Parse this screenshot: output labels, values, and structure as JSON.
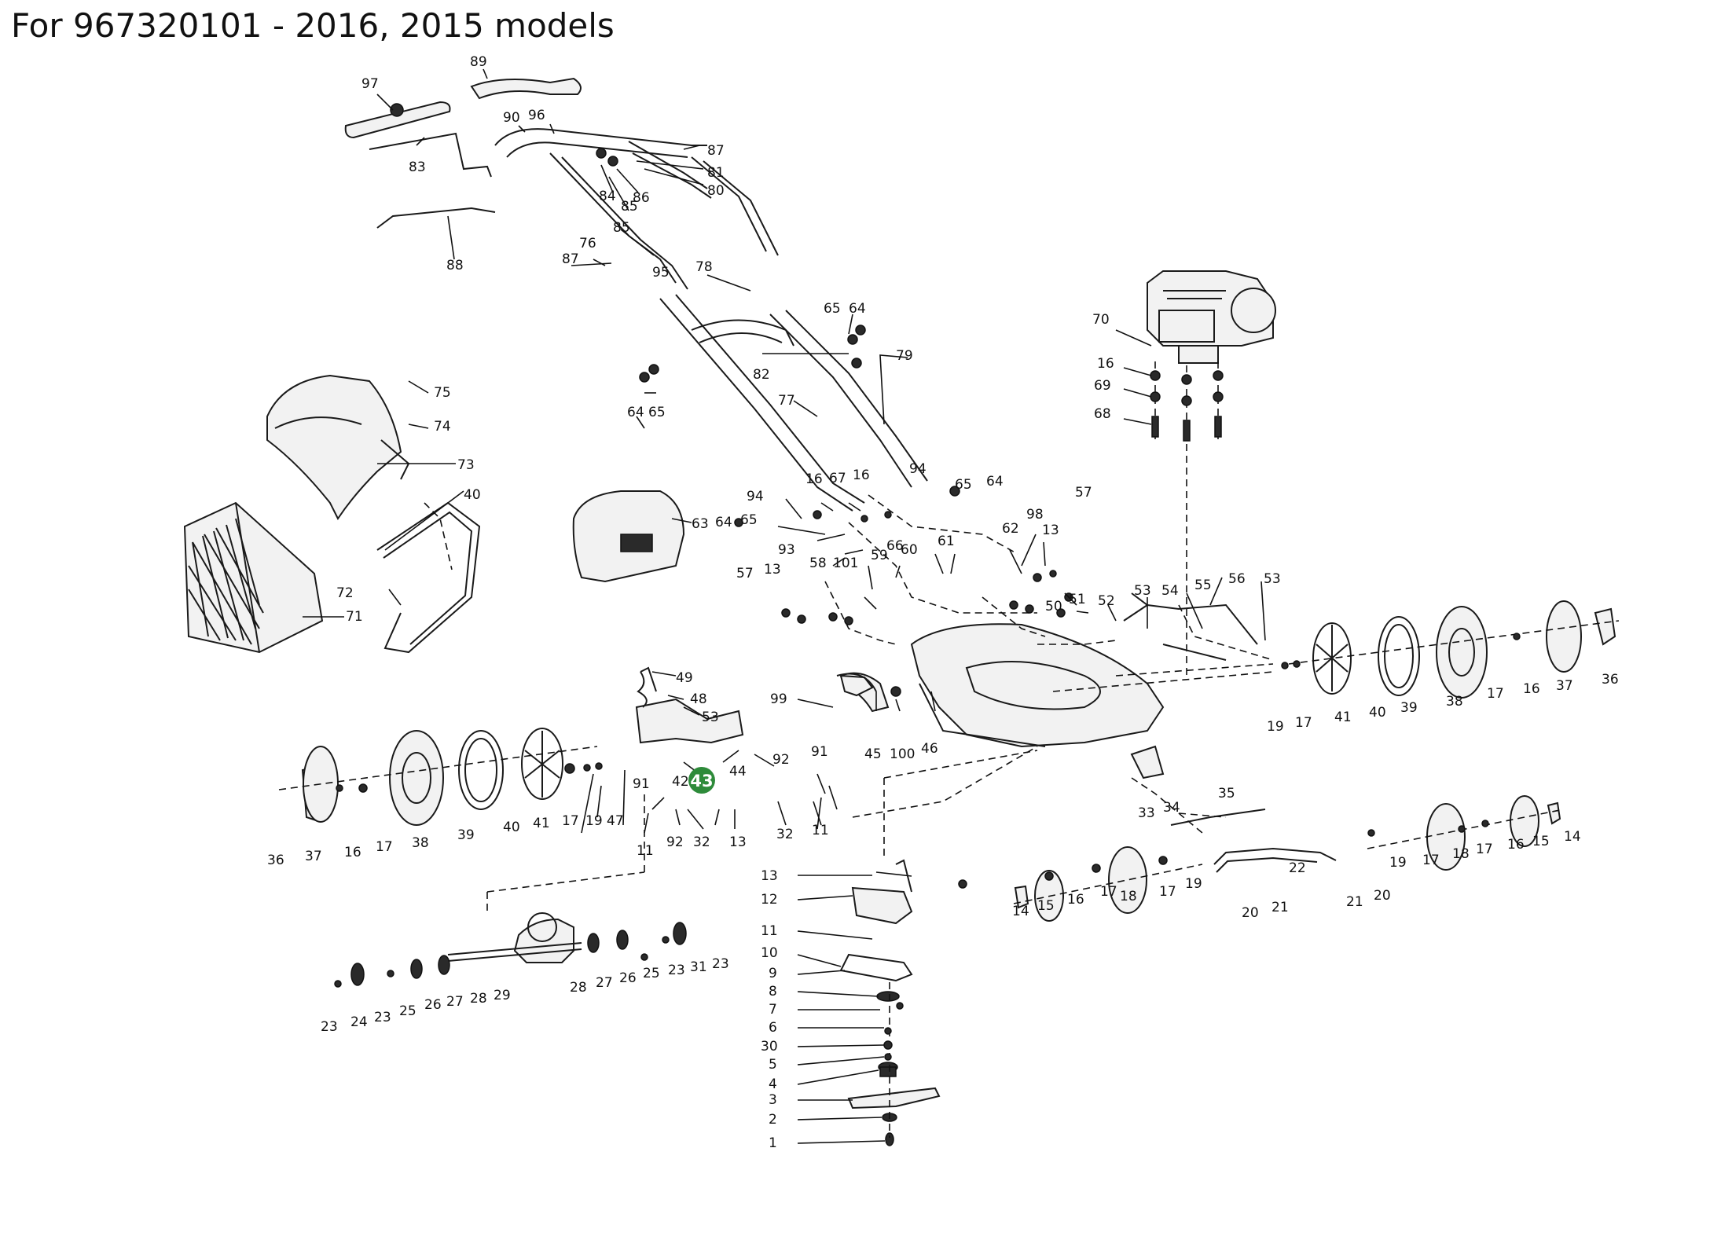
{
  "title": "For 967320101 - 2016, 2015 models",
  "highlight": {
    "label": "43",
    "color": "#2e8b3a"
  },
  "labels": {
    "l97": "97",
    "l89": "89",
    "l90": "90",
    "l96": "96",
    "l83": "83",
    "l87a": "87",
    "l81": "81",
    "l80": "80",
    "l84": "84",
    "l86": "86",
    "l85a": "85",
    "l85b": "85",
    "l88": "88",
    "l76": "76",
    "l87b": "87",
    "l95": "95",
    "l78": "78",
    "l65a": "65",
    "l64a": "64",
    "l79": "79",
    "l82": "82",
    "l77": "77",
    "l64b": "64",
    "l65b": "65",
    "l70": "70",
    "l16a": "16",
    "l69": "69",
    "l68": "68",
    "l75": "75",
    "l74": "74",
    "l73": "73",
    "l40a": "40",
    "l72": "72",
    "l71": "71",
    "l63": "63",
    "l94a": "94",
    "l16b": "16",
    "l67": "67",
    "l16c": "16",
    "l94b": "94",
    "l65c": "65",
    "l64c": "64",
    "l64d": "64",
    "l65d": "65",
    "l66": "66",
    "l93": "93",
    "l13a": "13",
    "l58": "58",
    "l101": "101",
    "l59": "59",
    "l60": "60",
    "l61": "61",
    "l62": "62",
    "l98": "98",
    "l13b": "13",
    "l57a": "57",
    "l57b": "57",
    "l50": "50",
    "l51": "51",
    "l52": "52",
    "l53a": "53",
    "l54": "54",
    "l55": "55",
    "l56": "56",
    "l53b": "53",
    "l49": "49",
    "l48": "48",
    "l53c": "53",
    "l99": "99",
    "l45": "45",
    "l100": "100",
    "l46": "46",
    "l42": "42",
    "l44": "44",
    "l92a": "92",
    "l91a": "91",
    "l91b": "91",
    "l92b": "92",
    "l32a": "32",
    "l13c": "13",
    "l32b": "32",
    "l11a": "11",
    "l11b": "11",
    "l47": "47",
    "l19a": "19",
    "l17a": "17",
    "l41a": "41",
    "l40b": "40",
    "l39a": "39",
    "l38a": "38",
    "l17b": "17",
    "l16d": "16",
    "l37a": "37",
    "l36a": "36",
    "l19b": "19",
    "l17c": "17",
    "l41b": "41",
    "l40c": "40",
    "l39b": "39",
    "l38b": "38",
    "l17d": "17",
    "l16e": "16",
    "l37b": "37",
    "l36b": "36",
    "l34": "34",
    "l33": "33",
    "l35": "35",
    "l22": "22",
    "l19c": "19",
    "l17e": "17",
    "l18a": "18",
    "l17f": "17",
    "l16f": "16",
    "l15a": "15",
    "l14a": "14",
    "l21a": "21",
    "l20a": "20",
    "l20b": "20",
    "l21b": "21",
    "l19d": "19",
    "l17g": "17",
    "l18b": "18",
    "l17h": "17",
    "l16g": "16",
    "l15b": "15",
    "l14b": "14",
    "l13d": "13",
    "l12": "12",
    "l11c": "11",
    "l10": "10",
    "l9": "9",
    "l8": "8",
    "l7": "7",
    "l6": "6",
    "l30": "30",
    "l5": "5",
    "l4": "4",
    "l3": "3",
    "l2": "2",
    "l1": "1",
    "l23a": "23",
    "l24": "24",
    "l23b": "23",
    "l25a": "25",
    "l26a": "26",
    "l27a": "27",
    "l28a": "28",
    "l29": "29",
    "l28b": "28",
    "l27b": "27",
    "l26b": "26",
    "l25b": "25",
    "l23c": "23",
    "l31": "31",
    "l23d": "23"
  }
}
